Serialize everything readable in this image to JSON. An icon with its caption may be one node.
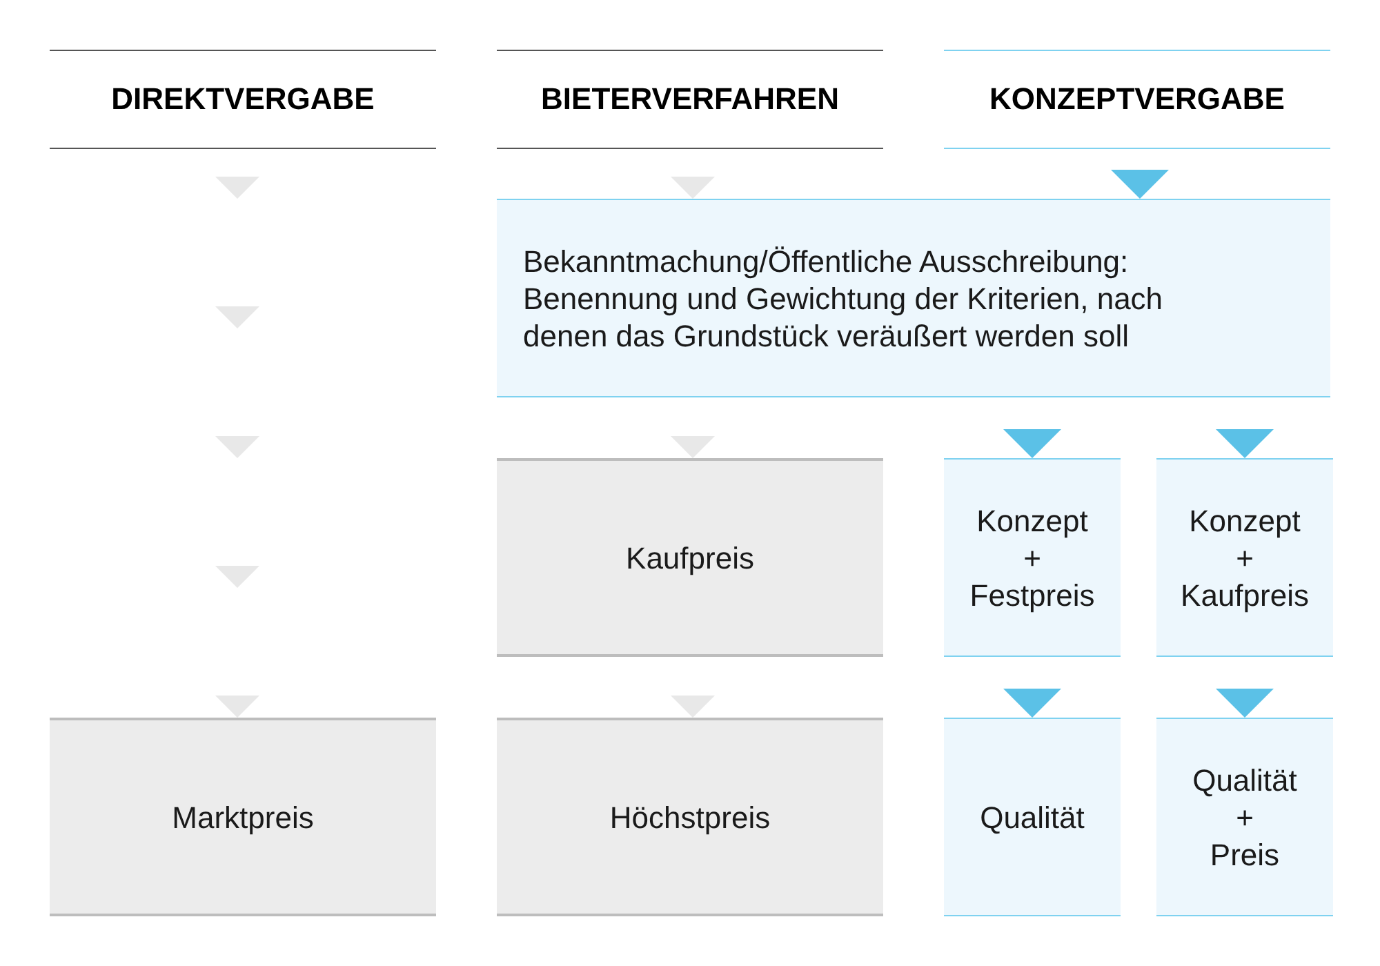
{
  "diagram": {
    "nodes": [
      {
        "text": [
          "DIREKTVERGABE"
        ]
      },
      {
        "text": [
          "BIETERVERFAHREN"
        ]
      },
      {
        "text": [
          "KONZEPTVERGABE"
        ]
      },
      {
        "text": [
          "Bekanntmachung/Öffentliche Ausschreibung: Benennung und Gewichtung der Kriterien, nach denen das Grundstück veräußert werden soll"
        ]
      },
      {
        "text": [
          "Kaufpreis"
        ]
      },
      {
        "text": [
          "Konzept + Festpreis"
        ]
      },
      {
        "text": [
          "Konzept + Kaufpreis"
        ]
      },
      {
        "text": [
          "Marktpreis"
        ]
      },
      {
        "text": [
          "Höchstpreis"
        ]
      },
      {
        "text": [
          "Qualität"
        ]
      },
      {
        "text": [
          "Qualität + Preis"
        ]
      }
    ],
    "edges": [
      {
        "from": 0,
        "to": 7,
        "arrow": "to",
        "color": "#e8e8e8"
      },
      {
        "from": 1,
        "to": 3,
        "arrow": "to",
        "color": "#e8e8e8"
      },
      {
        "from": 2,
        "to": 3,
        "arrow": "to"
      },
      {
        "from": 3,
        "to": 4,
        "arrow": "to",
        "color": "#e8e8e8"
      },
      {
        "from": 3,
        "to": 5,
        "arrow": "to"
      },
      {
        "from": 3,
        "to": 6,
        "arrow": "to"
      },
      {
        "from": 4,
        "to": 8,
        "arrow": "to",
        "color": "#e8e8e8"
      },
      {
        "from": 5,
        "to": 9,
        "arrow": "to"
      },
      {
        "from": 6,
        "to": 10,
        "arrow": "to"
      }
    ]
  }
}
